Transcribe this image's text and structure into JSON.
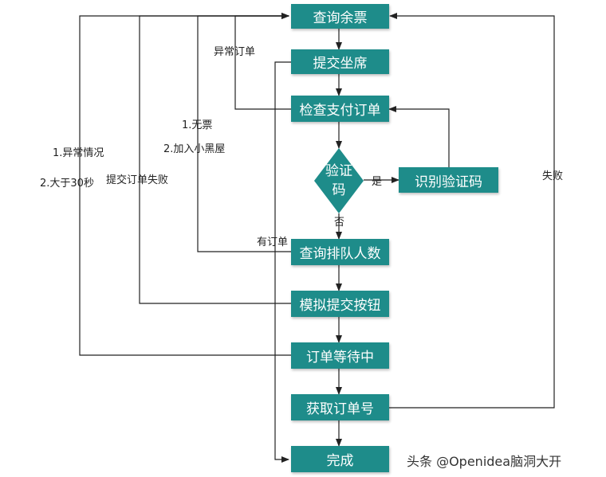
{
  "nodes": {
    "query_tickets": "查询余票",
    "submit_seat": "提交坐席",
    "check_payment": "检查支付订单",
    "captcha_line1": "验证",
    "captcha_line2": "码",
    "recognize_captcha": "识别验证码",
    "query_queue": "查询排队人数",
    "simulate_submit": "模拟提交按钮",
    "order_waiting": "订单等待中",
    "get_order_number": "获取订单号",
    "done": "完成"
  },
  "edge_labels": {
    "abnormal_order": "异常订单",
    "no_ticket": "1.无票",
    "blacklist": "2.加入小黑屋",
    "abnormal_case": "1.异常情况",
    "over_30s": "2.大于30秒",
    "submit_failed": "提交订单失败",
    "yes": "是",
    "no": "否",
    "has_order": "有订单",
    "failed": "失败"
  },
  "watermark": "头条 @Openidea脑洞大开",
  "colors": {
    "node_fill": "#1e8c8a",
    "line": "#222222"
  }
}
